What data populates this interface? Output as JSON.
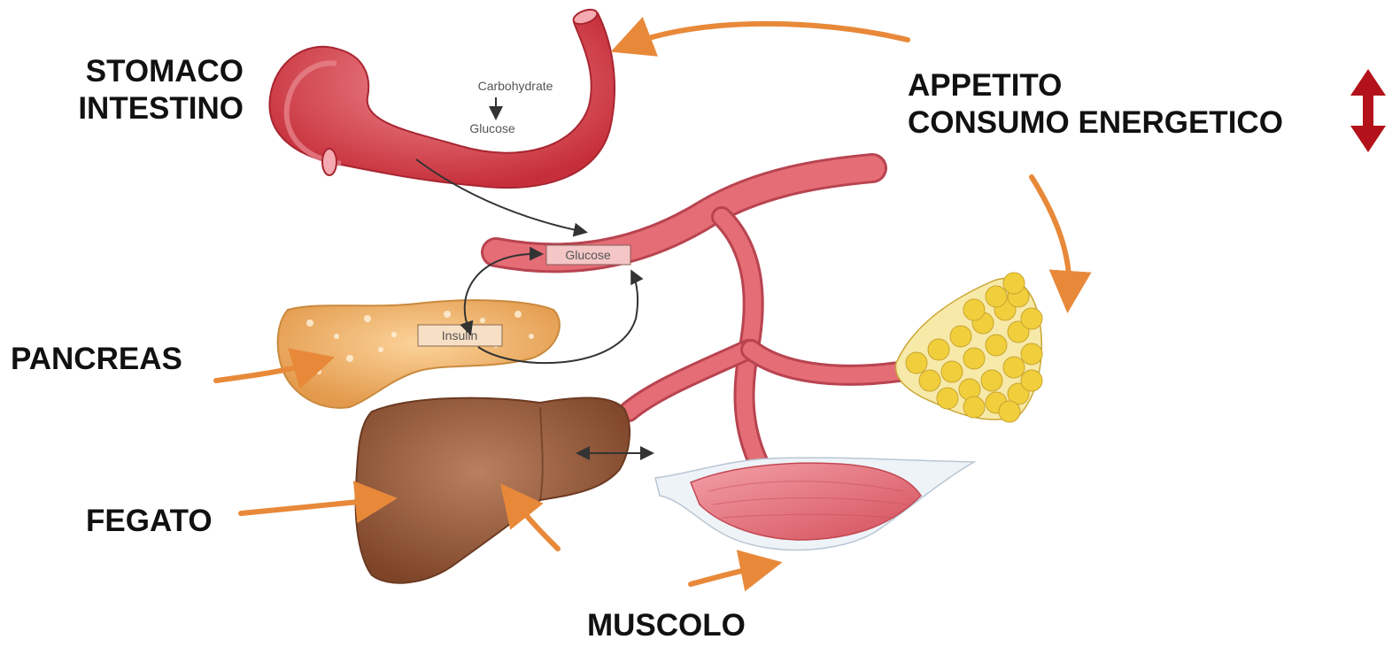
{
  "labels": {
    "stomach": [
      "STOMACO",
      "INTESTINO"
    ],
    "appetite": [
      "APPETITO",
      "CONSUMO ENERGETICO"
    ],
    "pancreas": "PANCREAS",
    "liver": "FEGATO",
    "muscle": "MUSCOLO"
  },
  "inner_labels": {
    "carbohydrate": "Carbohydrate",
    "glucose_stomach": "Glucose",
    "glucose_vessel": "Glucose",
    "insulin": "Insulin"
  },
  "colors": {
    "label_text": "#111111",
    "orange_arrow": "#e8893a",
    "red_updown_arrow": "#b3121b",
    "stomach": "#d9434d",
    "vessel": "#e0626a",
    "pancreas": "#f1b56b",
    "liver": "#9a5c3c",
    "fat": "#f1cf3c",
    "muscle": "#e6707a"
  },
  "icons": {
    "up_down_arrow": "double-headed-vertical-arrow-icon"
  }
}
